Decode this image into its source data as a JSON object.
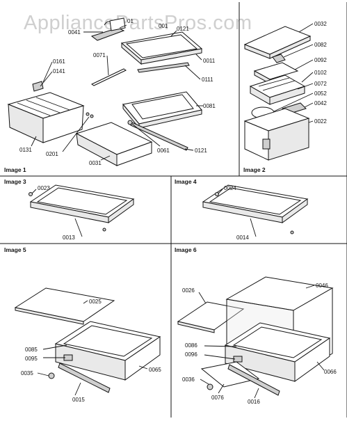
{
  "watermark": "AppliancePartsPros.com",
  "panels": [
    {
      "title": "Image 1"
    },
    {
      "title": "Image 2"
    },
    {
      "title": "Image 3"
    },
    {
      "title": "Image 4"
    },
    {
      "title": "Image 5"
    },
    {
      "title": "Image 6"
    }
  ],
  "labels": {
    "p0041": "0041",
    "p01": "01",
    "p001": "001",
    "p0121a": "0121",
    "p0011": "0011",
    "p0071": "0071",
    "p0161": "0161",
    "p0141": "0141",
    "p0111": "0111",
    "p0081": "0081",
    "p0131": "0131",
    "p0201": "0201",
    "p0061": "0061",
    "p0121b": "0121",
    "p0031": "0031",
    "p0032": "0032",
    "p0082": "0082",
    "p0092": "0092",
    "p0102": "0102",
    "p0072": "0072",
    "p0052": "0052",
    "p0042": "0042",
    "p0022": "0022",
    "p0023": "0023",
    "p0013": "0013",
    "p0024": "0024",
    "p0014": "0014",
    "p0025": "0025",
    "p0085": "0085",
    "p0095": "0095",
    "p0035": "0035",
    "p0065": "0065",
    "p0015": "0015",
    "p0026": "0026",
    "p0046": "0046",
    "p0086": "0086",
    "p0096": "0096",
    "p0036": "0036",
    "p0076": "0076",
    "p0066": "0066",
    "p0016": "0016"
  }
}
